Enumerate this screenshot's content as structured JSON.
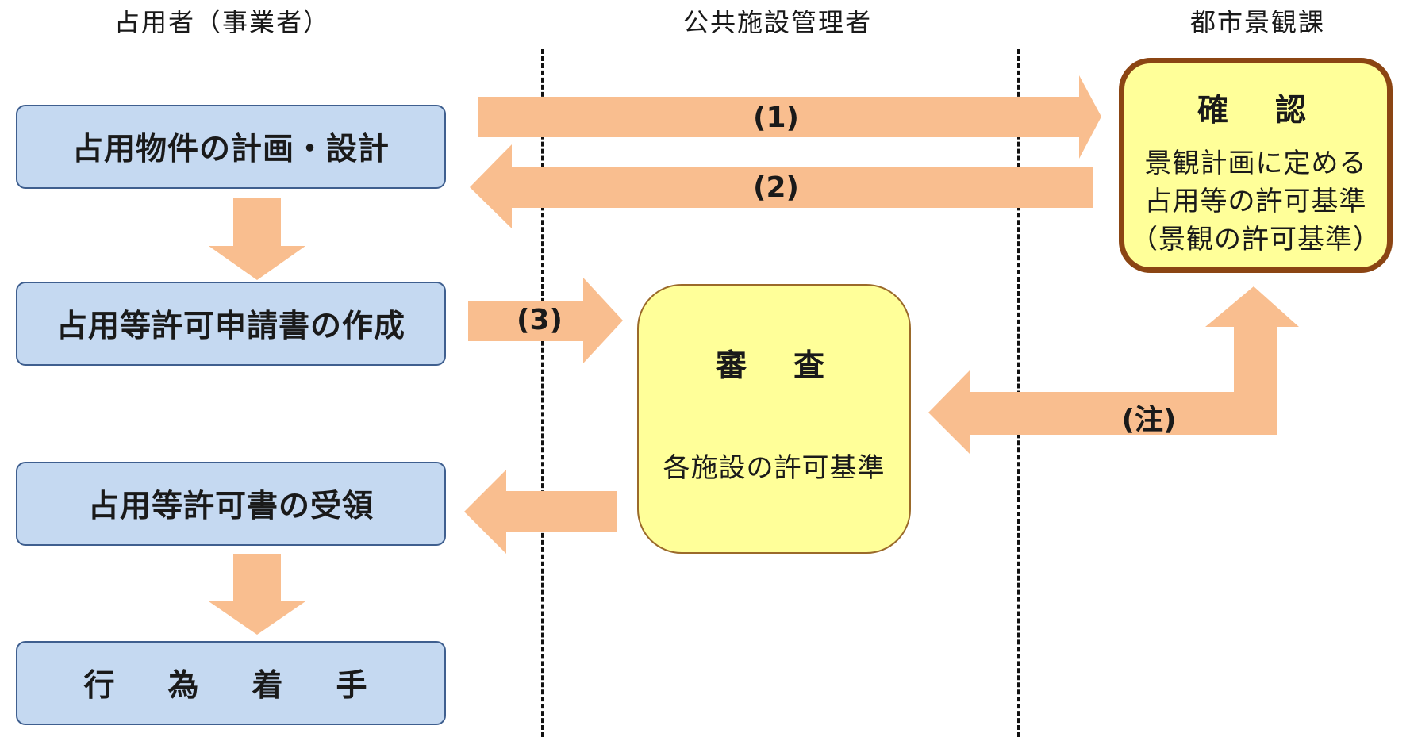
{
  "lanes": {
    "applicant": "占用者（事業者）",
    "facility_manager": "公共施設管理者",
    "landscape_division": "都市景観課"
  },
  "steps": {
    "plan_design": "占用物件の計画・設計",
    "application": "占用等許可申請書の作成",
    "receipt": "占用等許可書の受領",
    "start": "行　為　着　手"
  },
  "review": {
    "title": "審　査",
    "criteria": "各施設の許可基準"
  },
  "confirm": {
    "title": "確　認",
    "line1": "景観計画に定める",
    "line2": "占用等の許可基準",
    "line3": "（景観の許可基準）"
  },
  "arrow_labels": {
    "a1": "(1)",
    "a2": "(2)",
    "a3": "(3)",
    "note": "(注)"
  },
  "colors": {
    "arrow": "#f9be8f",
    "step_fill": "#c5d9f1",
    "review_fill": "#ffff99"
  }
}
